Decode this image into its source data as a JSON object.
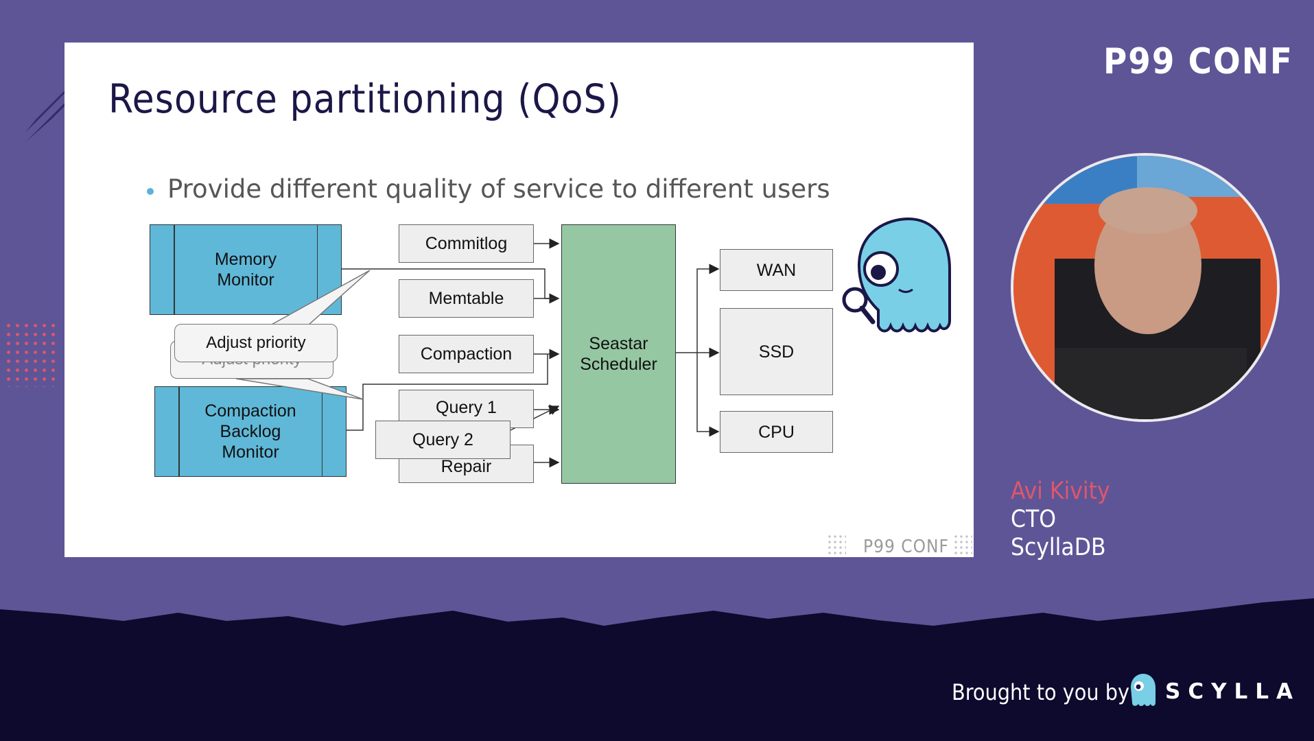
{
  "slide": {
    "title": "Resource partitioning (QoS)",
    "bullet": "Provide different quality of service to different users",
    "watermark": "P99 CONF"
  },
  "diagram": {
    "monitors": [
      "Memory Monitor",
      "Compaction Backlog Monitor"
    ],
    "callouts": [
      "Adjust priority",
      "Adjust priority"
    ],
    "sources": [
      "Commitlog",
      "Memtable",
      "Compaction",
      "Query 1",
      "Query 2",
      "Repair"
    ],
    "scheduler": "Seastar Scheduler",
    "resources": [
      "WAN",
      "SSD",
      "CPU"
    ]
  },
  "brand": {
    "logo": "P99 CONF"
  },
  "speaker": {
    "name": "Avi Kivity",
    "title": "CTO",
    "company": "ScyllaDB"
  },
  "footer": {
    "text": "Brought to you by",
    "logo": "SCYLLA"
  },
  "colors": {
    "background": "#5e5597",
    "footer": "#0d0a2e",
    "accent_name": "#e0566b",
    "monitor": "#5fb8d8",
    "scheduler": "#95c7a3"
  }
}
